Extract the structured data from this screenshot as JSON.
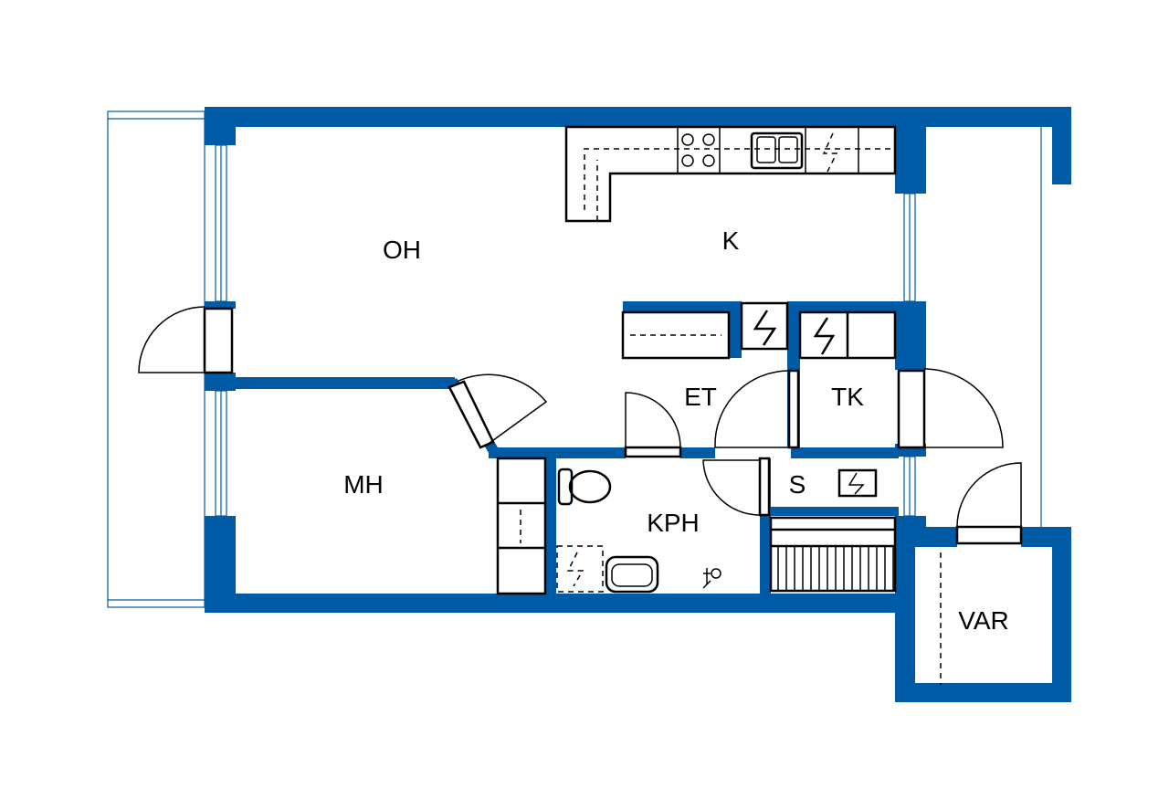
{
  "colors": {
    "wall": "#005aa6",
    "background": "#ffffff",
    "line": "#000000"
  },
  "rooms": {
    "living": "OH",
    "kitchen": "K",
    "bedroom": "MH",
    "entrance": "ET",
    "utility": "TK",
    "bathroom": "KPH",
    "sauna": "S",
    "storage": "VAR"
  },
  "fixtures": [
    "stove-icon",
    "sink-icon",
    "toilet-icon",
    "washbasin-icon",
    "shower-icon",
    "electrical-icon",
    "sauna-heater-icon",
    "bench-icon"
  ]
}
